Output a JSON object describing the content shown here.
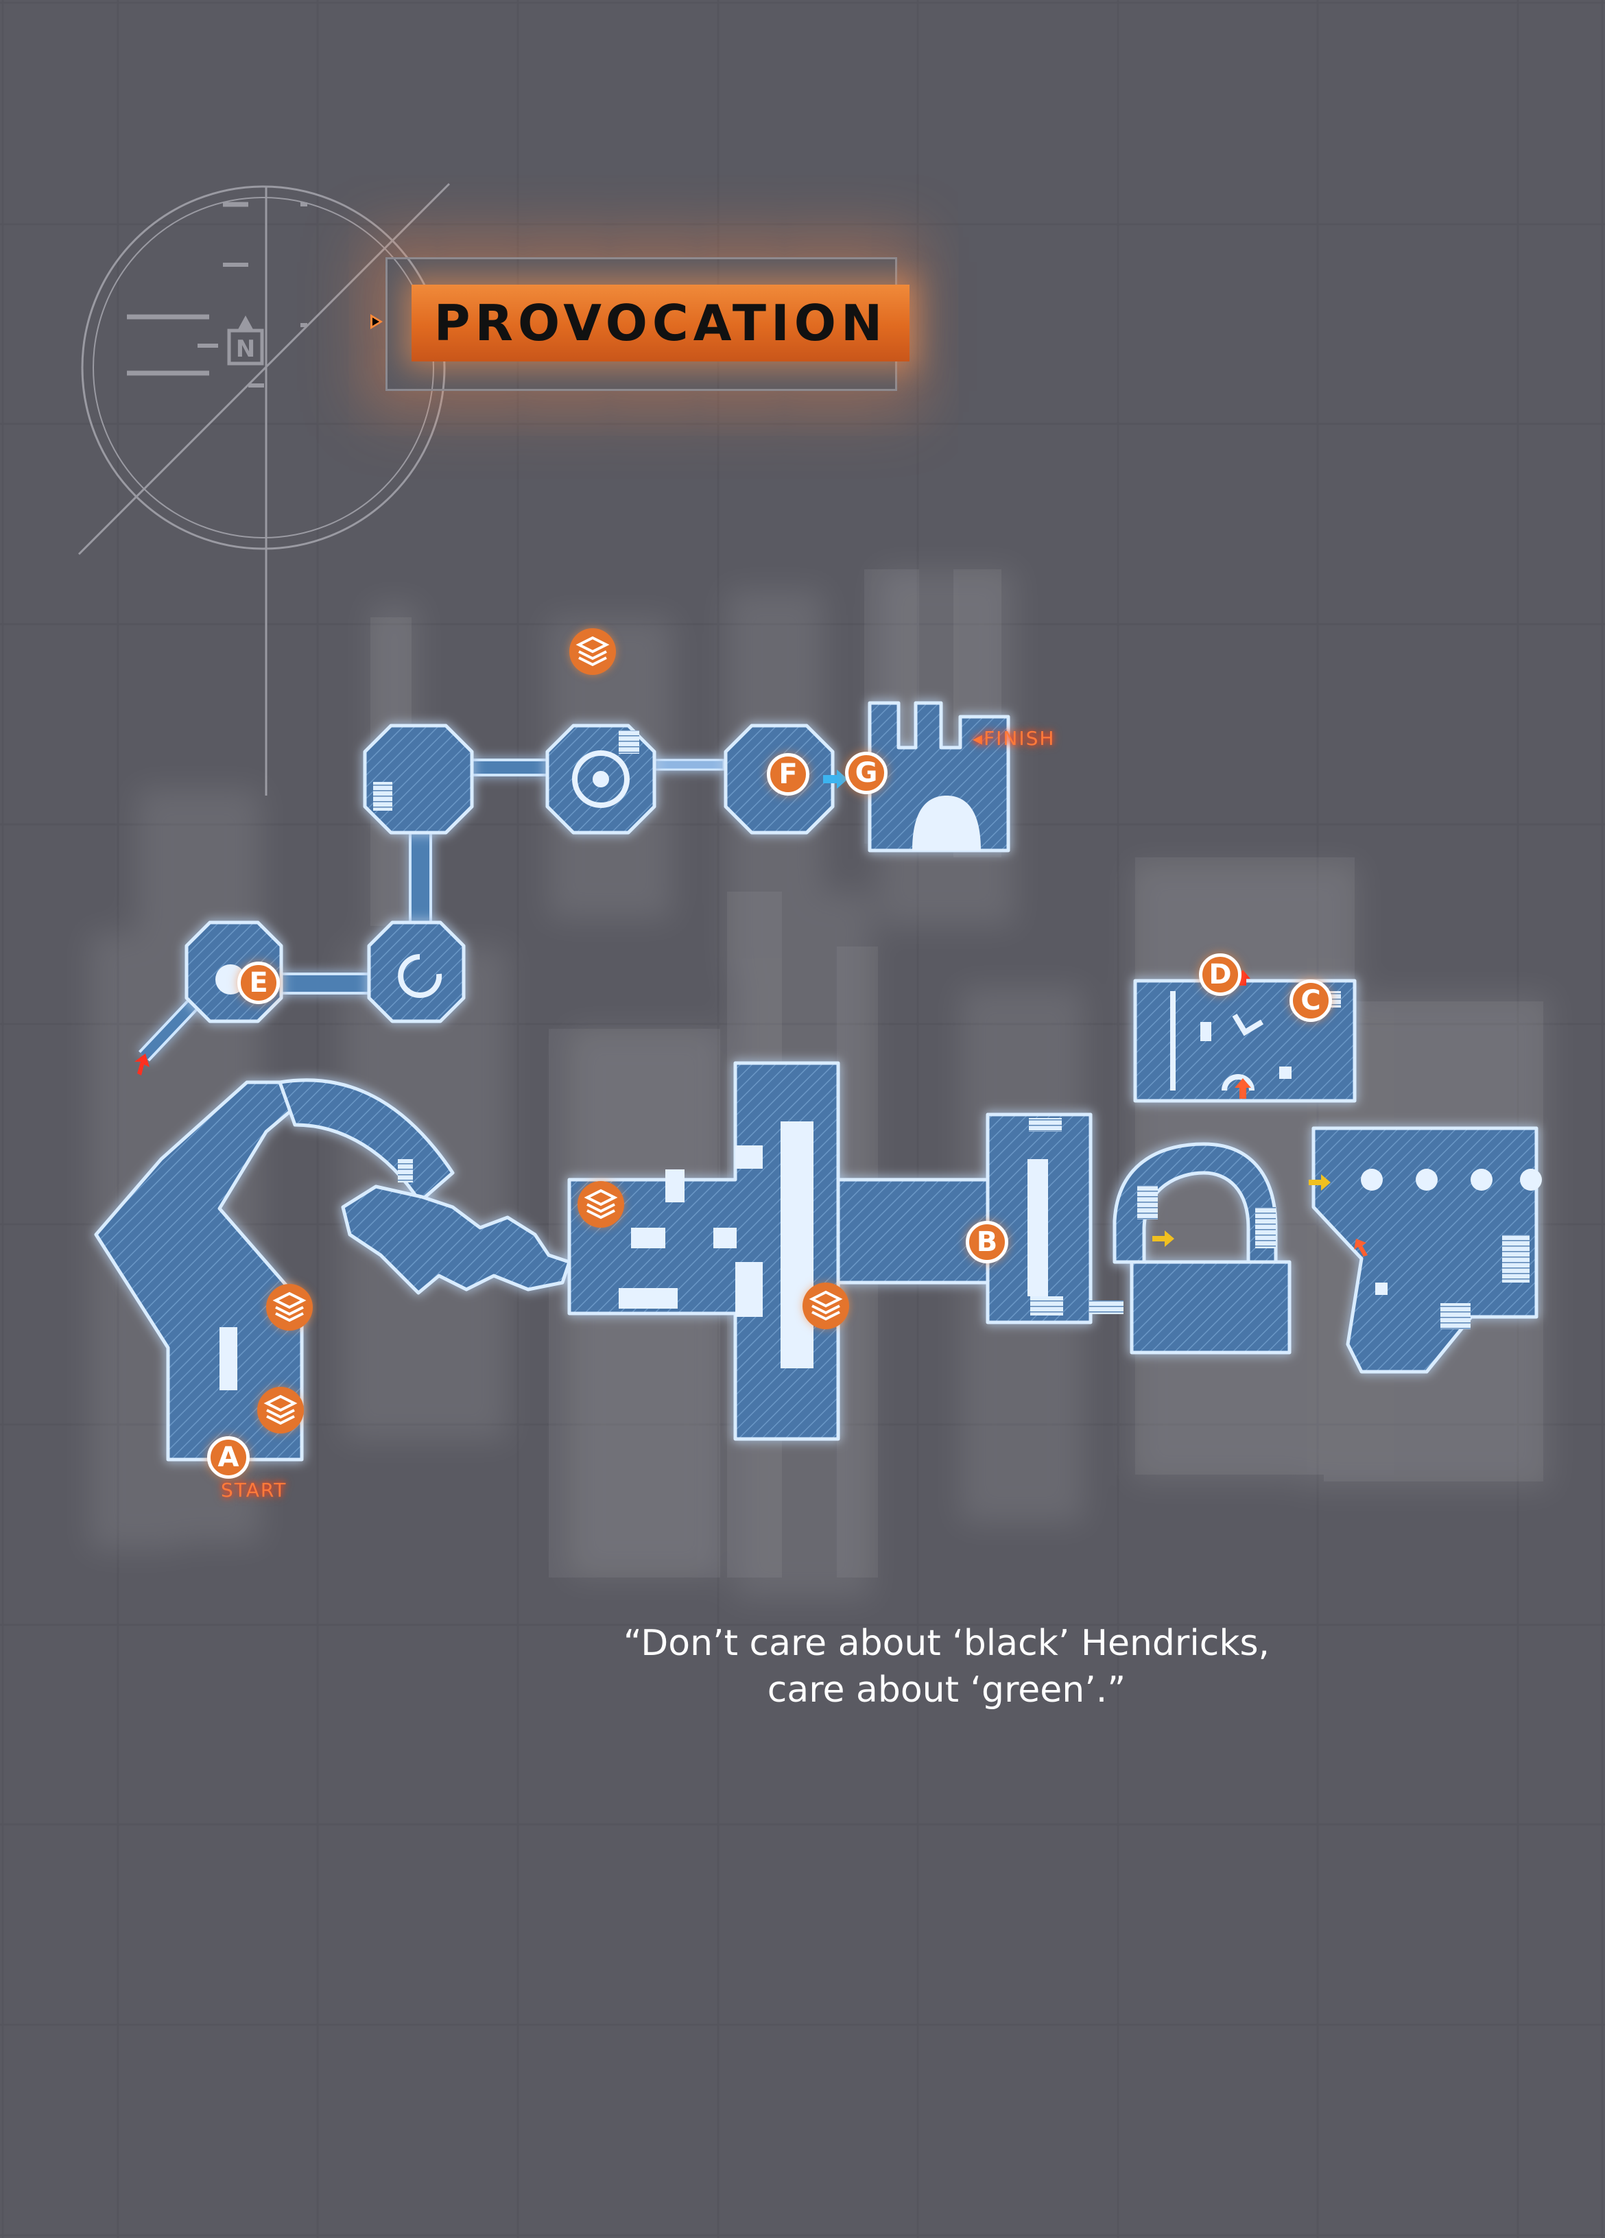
{
  "title": "PROVOCATION",
  "compass": {
    "north_label": "N"
  },
  "labels": {
    "start": "START",
    "finish": "FINISH"
  },
  "waypoints": [
    {
      "id": "A",
      "label": "A"
    },
    {
      "id": "B",
      "label": "B"
    },
    {
      "id": "C",
      "label": "C"
    },
    {
      "id": "D",
      "label": "D"
    },
    {
      "id": "E",
      "label": "E"
    },
    {
      "id": "F",
      "label": "F"
    },
    {
      "id": "G",
      "label": "G"
    }
  ],
  "intel_icon": "stacked-layers-icon",
  "quote": {
    "line1": "“Don’t care about ‘black’ Hendricks,",
    "line2": "care about ‘green’.”"
  },
  "colors": {
    "background": "#000000",
    "grid": "#5a5a62",
    "room_fill": "#4d7fb2",
    "room_outline": "#cfe6ff",
    "room_glow": "#4aa8ff",
    "accent": "#e4742c",
    "label_red": "#ff5a2a"
  }
}
